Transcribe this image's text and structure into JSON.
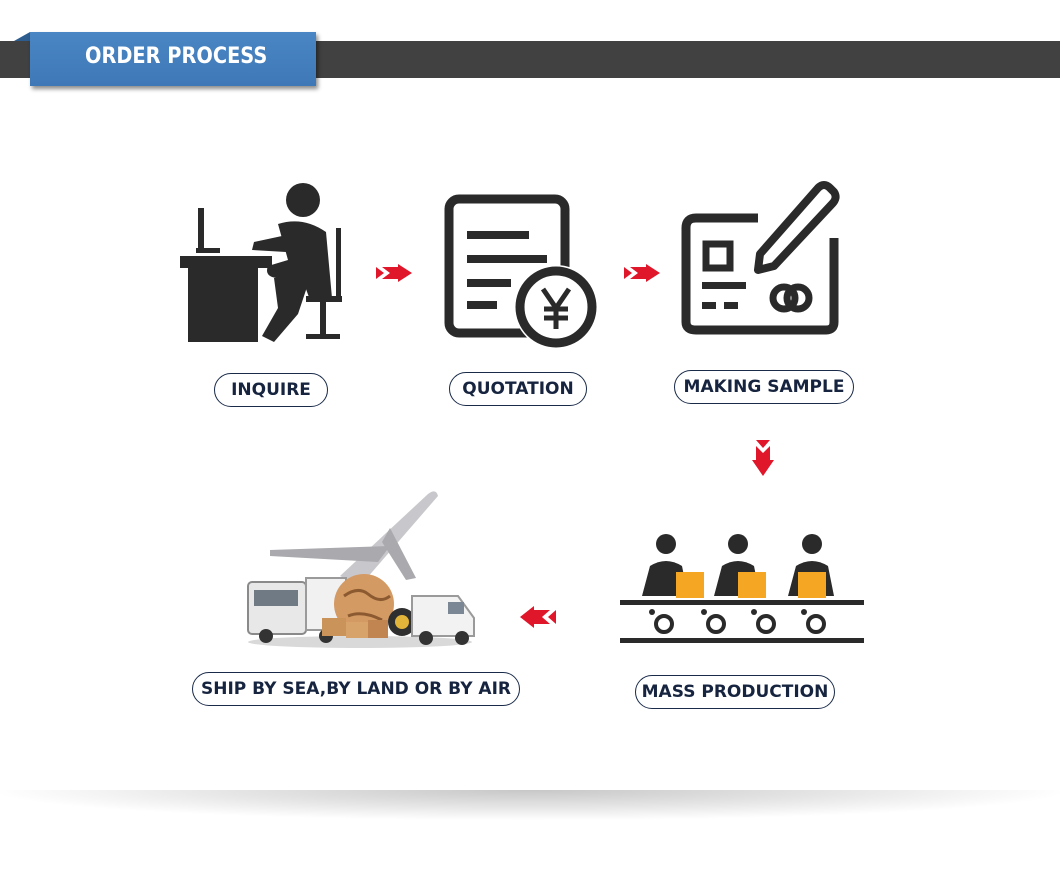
{
  "header": {
    "title": "ORDER PROCESS"
  },
  "steps": [
    {
      "id": "inquire",
      "label": "INQUIRE",
      "icon": "person-at-desk-icon"
    },
    {
      "id": "quotation",
      "label": "QUOTATION",
      "icon": "yen-quotation-document-icon"
    },
    {
      "id": "making_sample",
      "label": "MAKING SAMPLE",
      "icon": "sample-card-pen-icon"
    },
    {
      "id": "mass_production",
      "label": "MASS PRODUCTION",
      "icon": "production-line-workers-icon"
    },
    {
      "id": "ship",
      "label": "SHIP BY SEA,BY LAND OR BY AIR",
      "icon": "shipping-plane-truck-globe-icon"
    }
  ],
  "colors": {
    "header_bar": "#414141",
    "header_tab": "#3f78b6",
    "arrow": "#e0162b",
    "icon_dark": "#2a2a2a",
    "label_text": "#16243f",
    "box_orange": "#f5a623"
  }
}
